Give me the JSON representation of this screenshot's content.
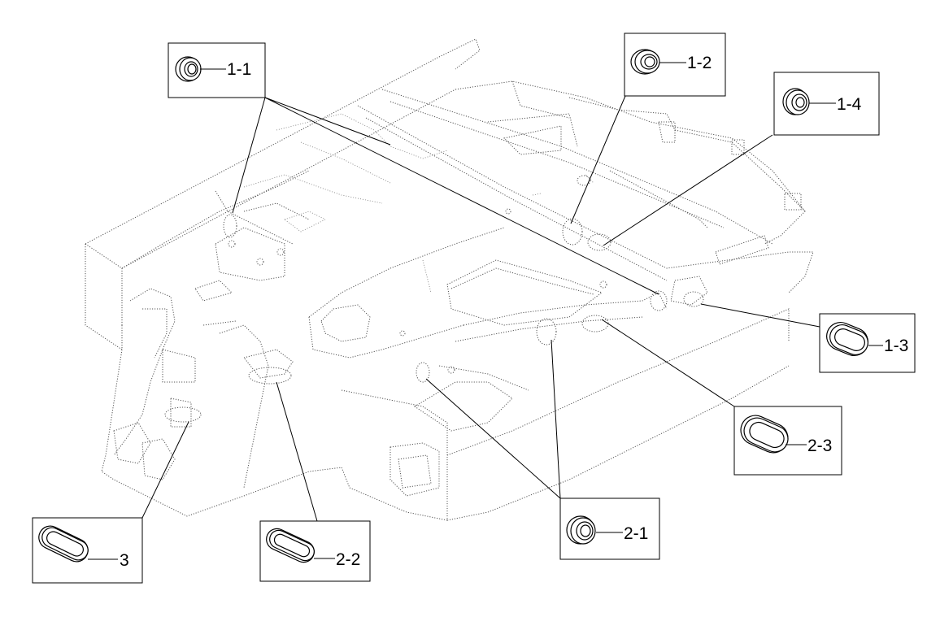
{
  "callouts": [
    {
      "id": "1-1",
      "label": "1-1",
      "shape": "round-grommet"
    },
    {
      "id": "1-2",
      "label": "1-2",
      "shape": "round-grommet"
    },
    {
      "id": "1-4",
      "label": "1-4",
      "shape": "round-grommet"
    },
    {
      "id": "1-3",
      "label": "1-3",
      "shape": "oval-grommet"
    },
    {
      "id": "2-3",
      "label": "2-3",
      "shape": "oval-grommet"
    },
    {
      "id": "2-1",
      "label": "2-1",
      "shape": "round-grommet"
    },
    {
      "id": "2-2",
      "label": "2-2",
      "shape": "slot-grommet"
    },
    {
      "id": "3",
      "label": "3",
      "shape": "slot-grommet"
    }
  ],
  "colors": {
    "line": "#000000",
    "frame": "#555555",
    "background": "#ffffff"
  }
}
